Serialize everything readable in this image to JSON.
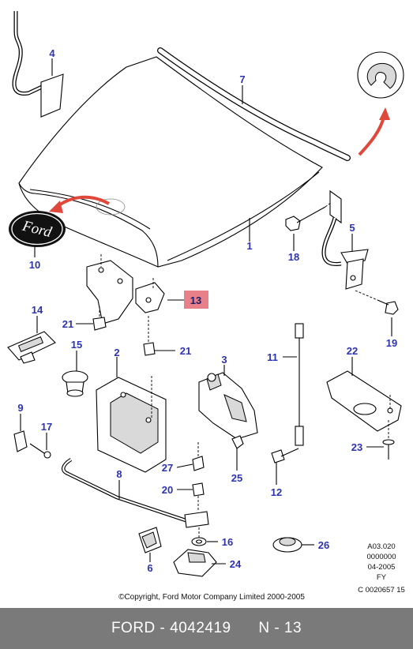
{
  "callouts": {
    "c1": "1",
    "c2": "2",
    "c3": "3",
    "c4": "4",
    "c5": "5",
    "c6": "6",
    "c7": "7",
    "c8": "8",
    "c9": "9",
    "c10": "10",
    "c11": "11",
    "c12": "12",
    "c13": "13",
    "c14": "14",
    "c15": "15",
    "c16": "16",
    "c17": "17",
    "c18": "18",
    "c19": "19",
    "c20": "20",
    "c21a": "21",
    "c21b": "21",
    "c22": "22",
    "c23": "23",
    "c24": "24",
    "c25": "25",
    "c26": "26",
    "c27": "27"
  },
  "highlight_color": "#e8808a",
  "callout_color": "#2e33b0",
  "logo_text": "Ford",
  "ref_block": {
    "line1": "A03.020",
    "line2": "0000000",
    "line3": "04-2005",
    "line4": "FY",
    "line5": "C 0020657 15"
  },
  "copyright": "©Copyright, Ford Motor Company Limited 2000-2005",
  "footer": {
    "brand": "FORD",
    "part_number": "4042419",
    "page": "N - 13"
  }
}
